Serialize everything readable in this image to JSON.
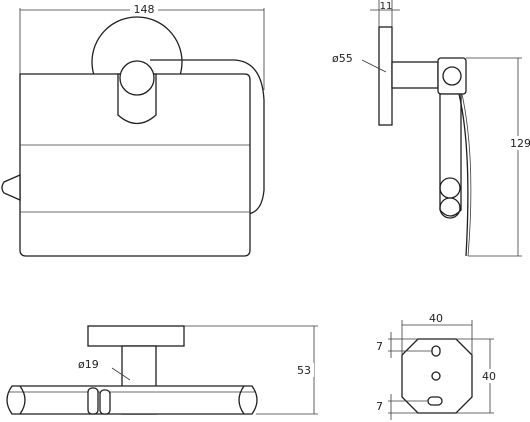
{
  "drawing": {
    "dimensions": {
      "front_width": "148",
      "side_depth": "11",
      "side_diameter": "ø55",
      "side_height": "129",
      "bottom_height": "53",
      "bottom_diameter": "ø19",
      "mount_width": "40",
      "mount_height": "40",
      "mount_offset_top": "7",
      "mount_offset_bottom": "7"
    },
    "colors": {
      "line": "#1f1f1f",
      "background": "#ffffff"
    }
  }
}
